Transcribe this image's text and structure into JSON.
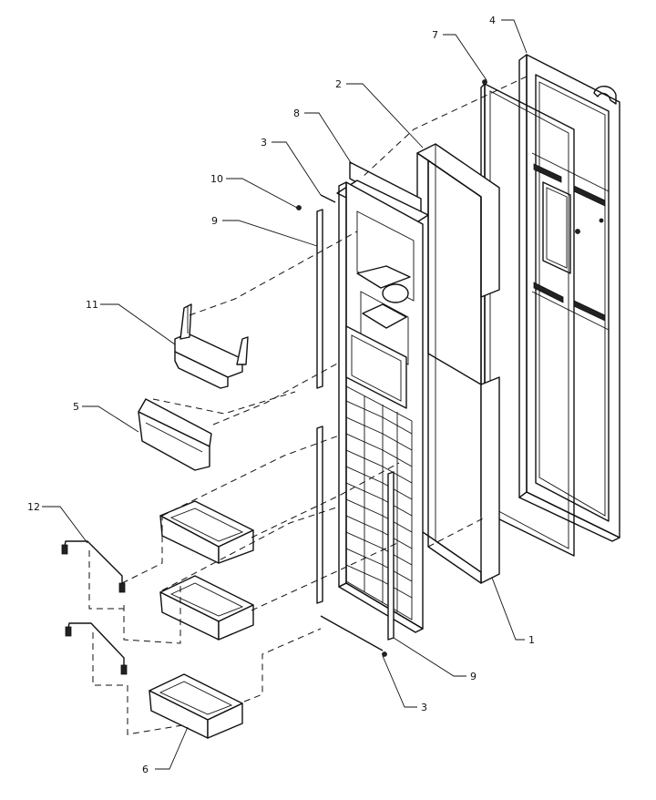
{
  "diagram": {
    "callouts": {
      "c1": "1",
      "c2": "2",
      "c3a": "3",
      "c3b": "3",
      "c4": "4",
      "c5": "5",
      "c6": "6",
      "c7": "7",
      "c8": "8",
      "c9a": "9",
      "c9b": "9",
      "c10": "10",
      "c11": "11",
      "c12": "12"
    }
  }
}
